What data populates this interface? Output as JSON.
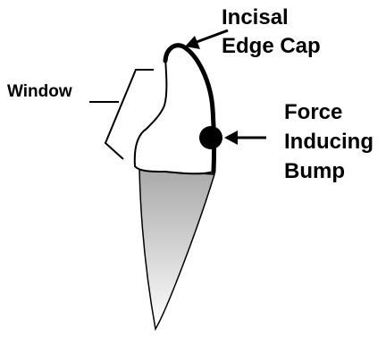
{
  "labels": {
    "window": "Window",
    "incisal_edge_cap": [
      "Incisal",
      "Edge Cap"
    ],
    "force_inducing_bump": [
      "Force",
      "Inducing",
      "Bump"
    ]
  },
  "colors": {
    "stroke": "#000000",
    "crown_fill": "#ffffff",
    "root_gradient_top": "#a9a9a9",
    "root_gradient_bottom": "#ffffff"
  }
}
